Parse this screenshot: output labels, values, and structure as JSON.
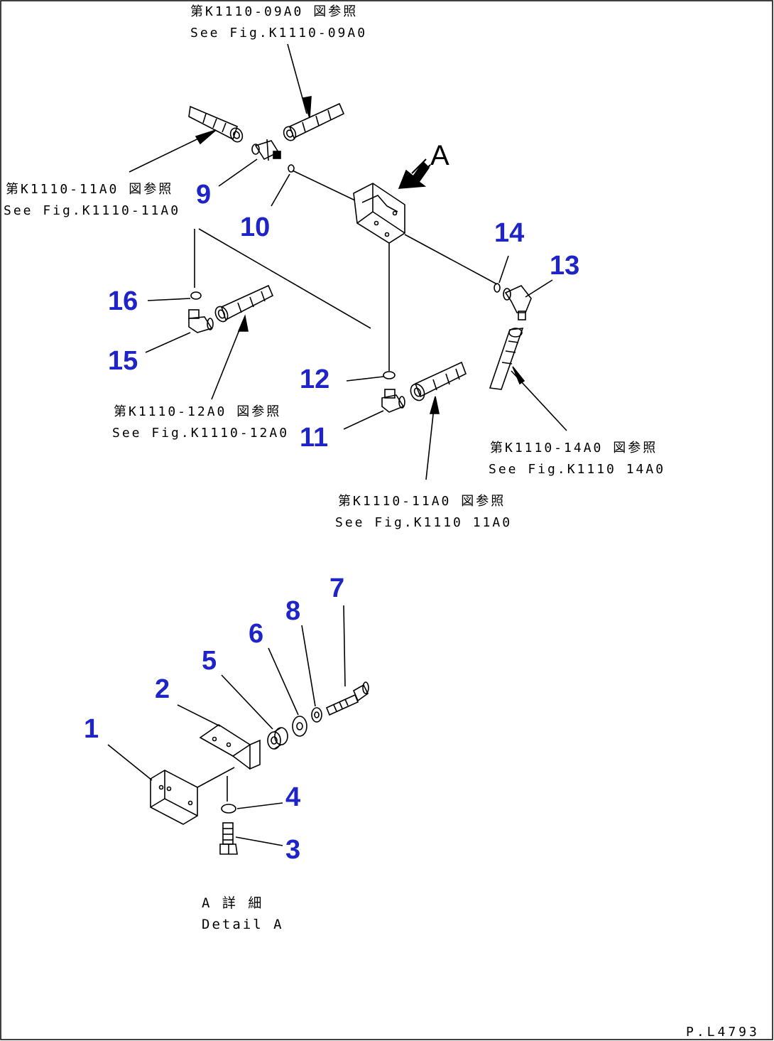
{
  "references": [
    {
      "id": "ref-09a0",
      "jp": "第K1110-09A0 図参照",
      "en": "See Fig.K1110-09A0"
    },
    {
      "id": "ref-11a0-left",
      "jp": "第K1110-11A0 図参照",
      "en": "See Fig.K1110-11A0"
    },
    {
      "id": "ref-12a0",
      "jp": "第K1110-12A0 図参照",
      "en": "See Fig.K1110-12A0"
    },
    {
      "id": "ref-14a0",
      "jp": "第K1110-14A0 図参照",
      "en": "See Fig.K1110 14A0"
    },
    {
      "id": "ref-11a0-bottom",
      "jp": "第K1110-11A0 図参照",
      "en": "See Fig.K1110 11A0"
    }
  ],
  "part_numbers": [
    "1",
    "2",
    "3",
    "4",
    "5",
    "6",
    "7",
    "8",
    "9",
    "10",
    "11",
    "12",
    "13",
    "14",
    "15",
    "16"
  ],
  "view_arrow_label": "A",
  "detail": {
    "jp": "A 詳 細",
    "en": "Detail A"
  },
  "drawing_code": "P.L4793",
  "colors": {
    "part_number": "#1f24c8",
    "line": "#000000",
    "background": "#ffffff"
  }
}
